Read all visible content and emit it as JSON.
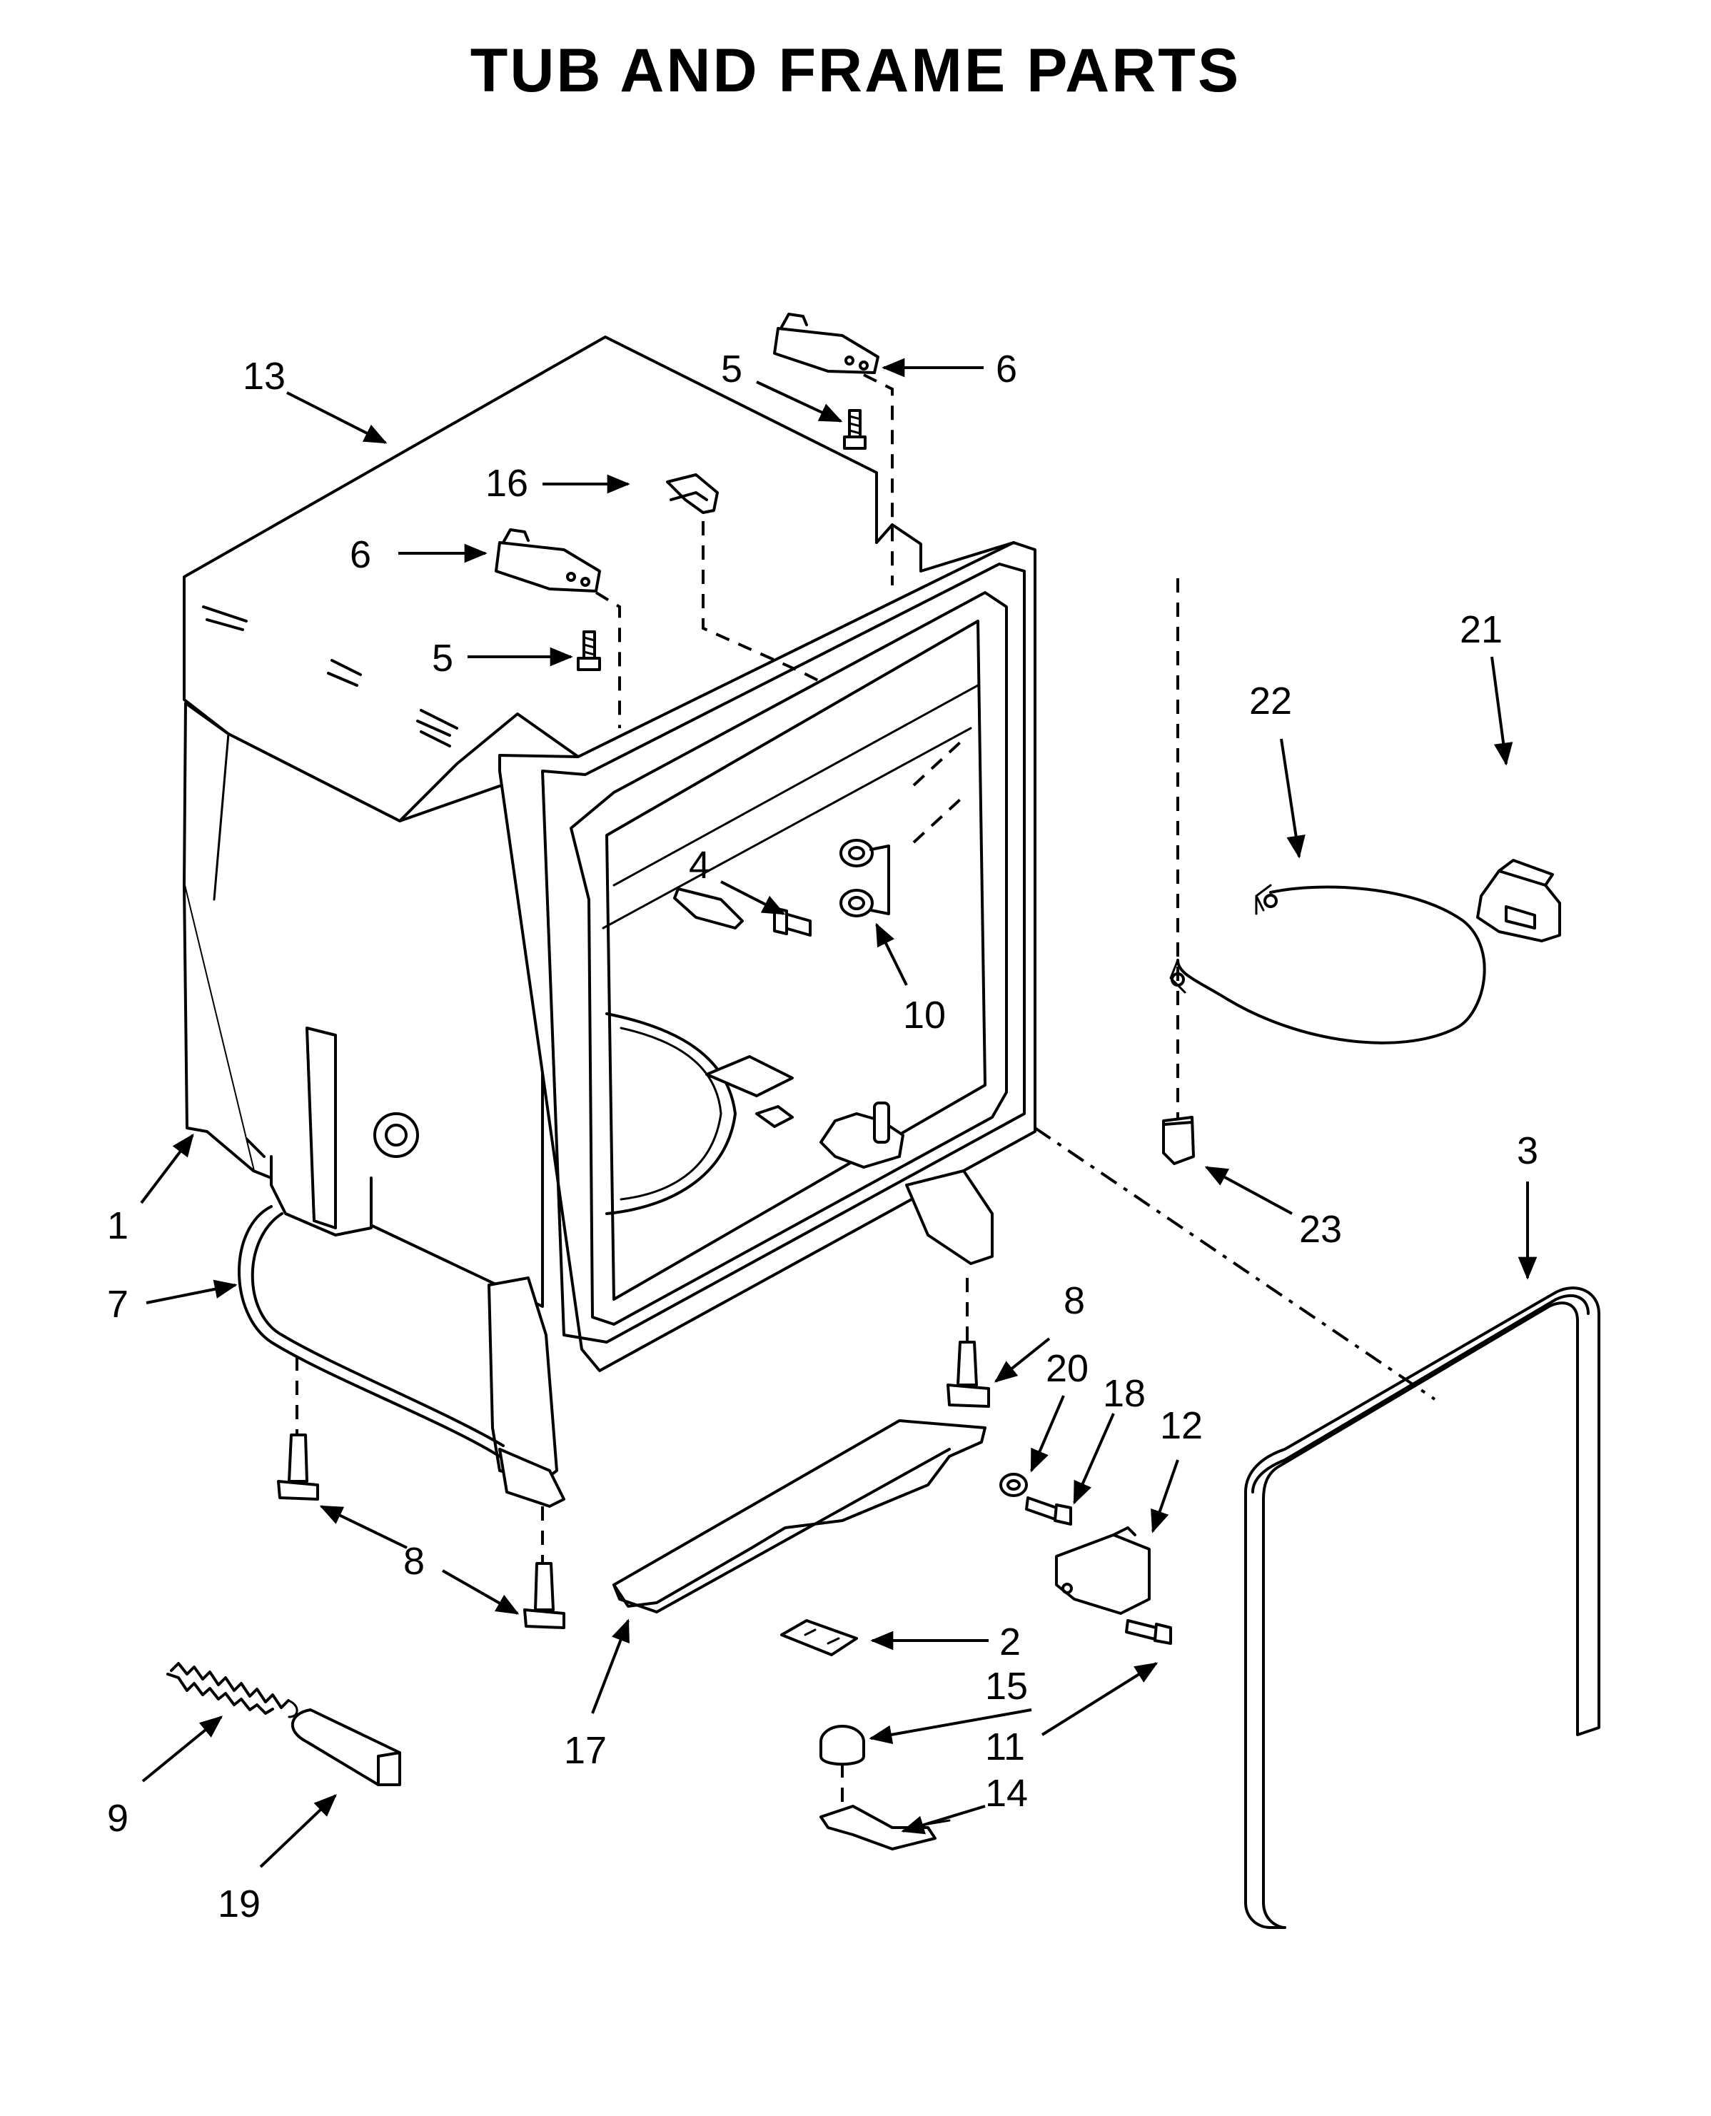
{
  "title": "TUB AND FRAME PARTS",
  "callouts": [
    {
      "id": "c1",
      "label": "1"
    },
    {
      "id": "c2",
      "label": "2"
    },
    {
      "id": "c3",
      "label": "3"
    },
    {
      "id": "c4",
      "label": "4"
    },
    {
      "id": "c5a",
      "label": "5"
    },
    {
      "id": "c5b",
      "label": "5"
    },
    {
      "id": "c6a",
      "label": "6"
    },
    {
      "id": "c6b",
      "label": "6"
    },
    {
      "id": "c7",
      "label": "7"
    },
    {
      "id": "c8a",
      "label": "8"
    },
    {
      "id": "c8b",
      "label": "8"
    },
    {
      "id": "c9",
      "label": "9"
    },
    {
      "id": "c10",
      "label": "10"
    },
    {
      "id": "c11",
      "label": "11"
    },
    {
      "id": "c12",
      "label": "12"
    },
    {
      "id": "c13",
      "label": "13"
    },
    {
      "id": "c14",
      "label": "14"
    },
    {
      "id": "c15",
      "label": "15"
    },
    {
      "id": "c16",
      "label": "16"
    },
    {
      "id": "c17",
      "label": "17"
    },
    {
      "id": "c18",
      "label": "18"
    },
    {
      "id": "c19",
      "label": "19"
    },
    {
      "id": "c20",
      "label": "20"
    },
    {
      "id": "c21",
      "label": "21"
    },
    {
      "id": "c22",
      "label": "22"
    },
    {
      "id": "c23",
      "label": "23"
    }
  ]
}
